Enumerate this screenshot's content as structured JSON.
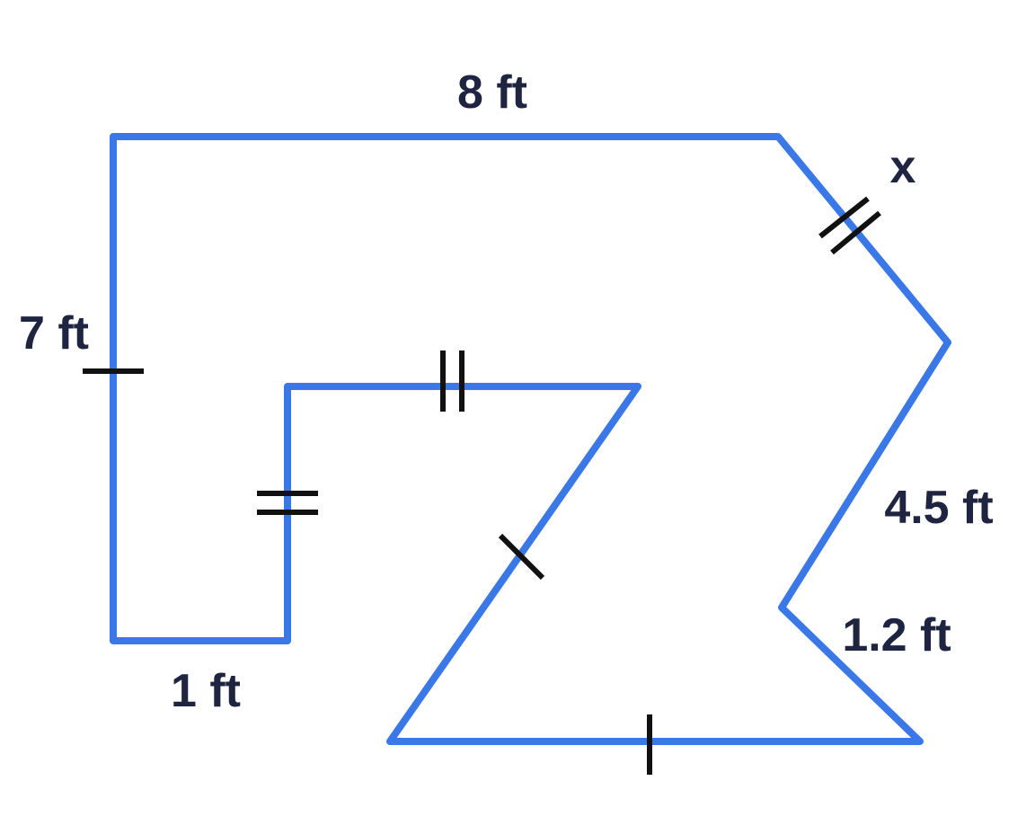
{
  "colors": {
    "outline": "#3b78e7",
    "tick": "#111111",
    "label": "#1f2440",
    "background": "#ffffff"
  },
  "labels": {
    "top_side": "8 ft",
    "left_side": "7 ft",
    "bottom_left_side": "1 ft",
    "slanted_top_right_side": "x",
    "right_side": "4.5 ft",
    "lower_right_side": "1.2 ft"
  }
}
